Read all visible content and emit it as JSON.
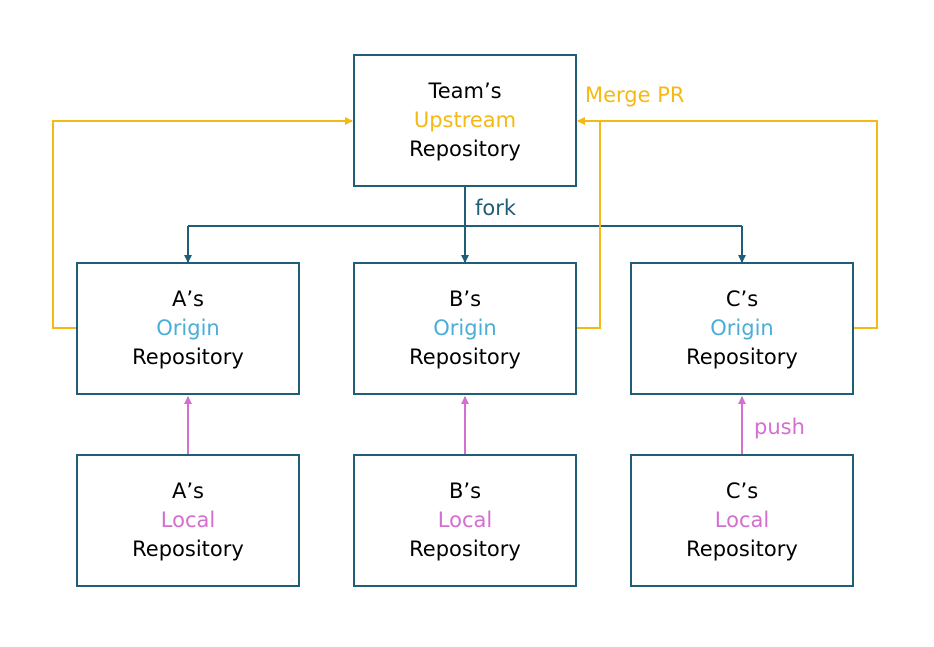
{
  "colors": {
    "box_border": "#1f5d78",
    "fork": "#1f5d78",
    "merge": "#f5b915",
    "origin": "#4aaed9",
    "local": "#d46fd0",
    "text": "#000000"
  },
  "upstream": {
    "owner": "Team’s",
    "kind": "Upstream",
    "suffix": "Repository"
  },
  "origins": [
    {
      "owner": "A’s",
      "kind": "Origin",
      "suffix": "Repository"
    },
    {
      "owner": "B’s",
      "kind": "Origin",
      "suffix": "Repository"
    },
    {
      "owner": "C’s",
      "kind": "Origin",
      "suffix": "Repository"
    }
  ],
  "locals": [
    {
      "owner": "A’s",
      "kind": "Local",
      "suffix": "Repository"
    },
    {
      "owner": "B’s",
      "kind": "Local",
      "suffix": "Repository"
    },
    {
      "owner": "C’s",
      "kind": "Local",
      "suffix": "Repository"
    }
  ],
  "edge_labels": {
    "fork": "fork",
    "merge": "Merge PR",
    "push": "push"
  }
}
